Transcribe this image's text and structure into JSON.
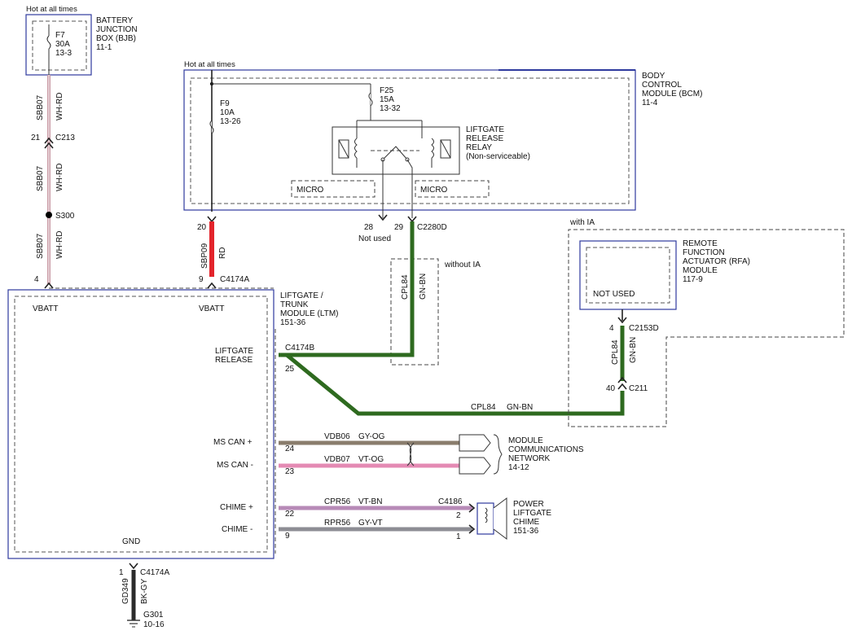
{
  "colors": {
    "wh_rd": "#c99aa5",
    "rd": "#e3242b",
    "gn_bn": "#2e6a1f",
    "gy_og": "#8a7d6d",
    "vt_og": "#e48ab3",
    "vt_bn": "#b78ab7",
    "gy_vt": "#8d8d94",
    "bk_gy": "#2b2b2b",
    "module_border": "#2e3a9e"
  },
  "bjb": {
    "hot": "Hot at all times",
    "title": [
      "BATTERY",
      "JUNCTION",
      "BOX (BJB)",
      "11-1"
    ],
    "fuse": [
      "F7",
      "30A",
      "13-3"
    ]
  },
  "left_wire": {
    "circuit": "SBB07",
    "color": "WH-RD",
    "pin_c213": "21",
    "conn_c213": "C213",
    "splice": "S300",
    "pin_ltm": "4"
  },
  "bcm": {
    "hot": "Hot at all times",
    "title": [
      "BODY",
      "CONTROL",
      "MODULE (BCM)",
      "11-4"
    ],
    "fuse_f9": [
      "F9",
      "10A",
      "13-26"
    ],
    "fuse_f25": [
      "F25",
      "15A",
      "13-32"
    ],
    "relay": [
      "LIFTGATE",
      "RELEASE",
      "RELAY",
      "(Non-serviceable)"
    ],
    "micro1": "MICRO",
    "micro2": "MICRO",
    "pin20": "20",
    "pin28": "28",
    "pin29": "29",
    "not_used": "Not used",
    "conn_c2280d": "C2280D"
  },
  "sbp09": {
    "circuit": "SBP09",
    "color": "RD",
    "pin": "9",
    "conn": "C4174A"
  },
  "without_ia": {
    "label": "without IA",
    "circuit": "CPL84",
    "color": "GN-BN"
  },
  "ltm": {
    "title": [
      "LIFTGATE /",
      "TRUNK",
      "MODULE (LTM)",
      "151-36"
    ],
    "vbatt1": "VBATT",
    "vbatt2": "VBATT",
    "liftgate_release": [
      "LIFTGATE",
      "RELEASE"
    ],
    "conn_c4174b": "C4174B",
    "pin25": "25",
    "ms_can_plus": "MS CAN +",
    "ms_can_minus": "MS CAN -",
    "chime_plus": "CHIME +",
    "chime_minus": "CHIME -",
    "gnd": "GND",
    "pin24": "24",
    "pin23": "23",
    "pin22": "22",
    "pin9": "9"
  },
  "with_ia": {
    "label": "with IA",
    "rfa_title": [
      "REMOTE",
      "FUNCTION",
      "ACTUATOR (RFA)",
      "MODULE",
      "117-9"
    ],
    "not_used": "NOT USED",
    "pin4": "4",
    "conn_c2153d": "C2153D",
    "circuit": "CPL84",
    "color": "GN-BN",
    "pin40": "40",
    "conn_c211": "C211"
  },
  "bottom_wire": {
    "circuit": "CPL84",
    "color": "GN-BN"
  },
  "network": {
    "vdb06": "VDB06",
    "gy_og": "GY-OG",
    "vdb07": "VDB07",
    "vt_og": "VT-OG",
    "title": [
      "MODULE",
      "COMMUNICATIONS",
      "NETWORK",
      "14-12"
    ]
  },
  "chime": {
    "cpr56": "CPR56",
    "vt_bn": "VT-BN",
    "conn": "C4186",
    "pin2": "2",
    "rpr56": "RPR56",
    "gy_vt": "GY-VT",
    "pin1": "1",
    "title": [
      "POWER",
      "LIFTGATE",
      "CHIME",
      "151-36"
    ]
  },
  "ground": {
    "pin": "1",
    "conn": "C4174A",
    "circuit": "GD349",
    "color": "BK-GY",
    "g": "G301",
    "ref": "10-16"
  }
}
